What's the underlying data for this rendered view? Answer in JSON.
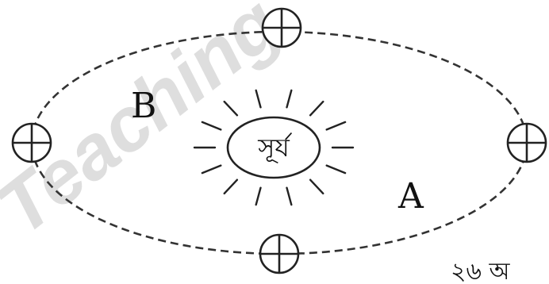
{
  "diagram": {
    "watermark": "Teaching",
    "sun_label": "সূর্য",
    "label_a": "A",
    "label_b": "B",
    "corner_text": "২৬ অ"
  },
  "colors": {
    "stroke": "#222222",
    "watermark": "#d9d9d9",
    "background": "#ffffff"
  },
  "icons": {
    "earth": "earth-symbol-icon",
    "sun": "sun-icon"
  }
}
